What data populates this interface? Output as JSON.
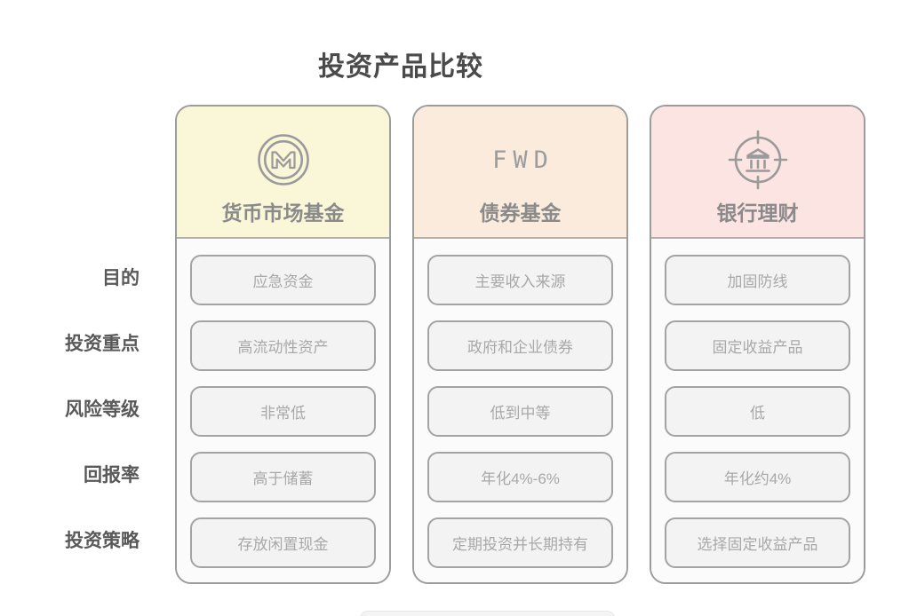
{
  "title": "投资产品比较",
  "columns": [
    {
      "name": "货币市场基金",
      "icon": "monero-coin-icon",
      "header_bg": "#FAF6D8"
    },
    {
      "name": "债券基金",
      "icon_text": "FWD",
      "header_bg": "#FBEBDC"
    },
    {
      "name": "银行理财",
      "icon": "bank-target-icon",
      "header_bg": "#FBE4E2"
    }
  ],
  "rows": [
    {
      "label": "目的",
      "cells": [
        "应急资金",
        "主要收入来源",
        "加固防线"
      ]
    },
    {
      "label": "投资重点",
      "cells": [
        "高流动性资产",
        "政府和企业债券",
        "固定收益产品"
      ]
    },
    {
      "label": "风险等级",
      "cells": [
        "非常低",
        "低到中等",
        "低"
      ]
    },
    {
      "label": "回报率",
      "cells": [
        "高于储蓄",
        "年化4%-6%",
        "年化约4%"
      ]
    },
    {
      "label": "投资策略",
      "cells": [
        "存放闲置现金",
        "定期投资并长期持有",
        "选择固定收益产品"
      ]
    }
  ],
  "colors": {
    "title_text": "#4A4A4A",
    "row_label_text": "#595959",
    "column_header_text": "#8A8A8A",
    "cell_text": "#A8A8A8",
    "column_border": "#9C9C9C",
    "cell_border": "#A3A3A3",
    "cell_bg": "#F3F3F3",
    "icon_stroke": "#9A9A9A",
    "header_bg_yellow": "#FAF6D8",
    "header_bg_peach": "#FBEBDC",
    "header_bg_pink": "#FBE4E2"
  }
}
